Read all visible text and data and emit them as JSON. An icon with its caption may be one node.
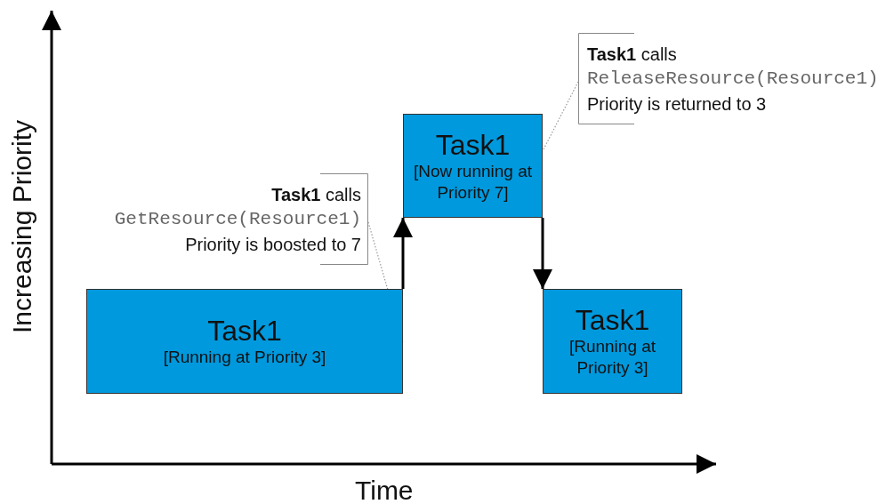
{
  "diagram": {
    "nodes": [
      {
        "text": [
          "Task1",
          "[Running at Priority 3]"
        ]
      },
      {
        "text": [
          "Task1",
          "[Now running at Priority 7]"
        ]
      },
      {
        "text": [
          "Task1",
          "[Running at Priority 3]"
        ]
      },
      {
        "text": [
          "**Task1** calls",
          "GetResource(Resource1)",
          "Priority is boosted to 7"
        ]
      },
      {
        "text": [
          "**Task1** calls",
          "ReleaseResource(Resource1)",
          "Priority is returned to 3"
        ]
      }
    ],
    "edges": [
      {
        "from": 0,
        "to": 1,
        "arrow": "to",
        "style": "thick"
      },
      {
        "from": 1,
        "to": 2,
        "arrow": "to",
        "style": "thick"
      },
      {
        "from": 3,
        "to": 0,
        "arrow": "none",
        "style": "dashed",
        "color": "#999999"
      },
      {
        "from": 4,
        "to": 1,
        "arrow": "none",
        "style": "dashed",
        "color": "#999999"
      }
    ],
    "labels": [
      "Increasing Priority",
      "Time"
    ]
  }
}
